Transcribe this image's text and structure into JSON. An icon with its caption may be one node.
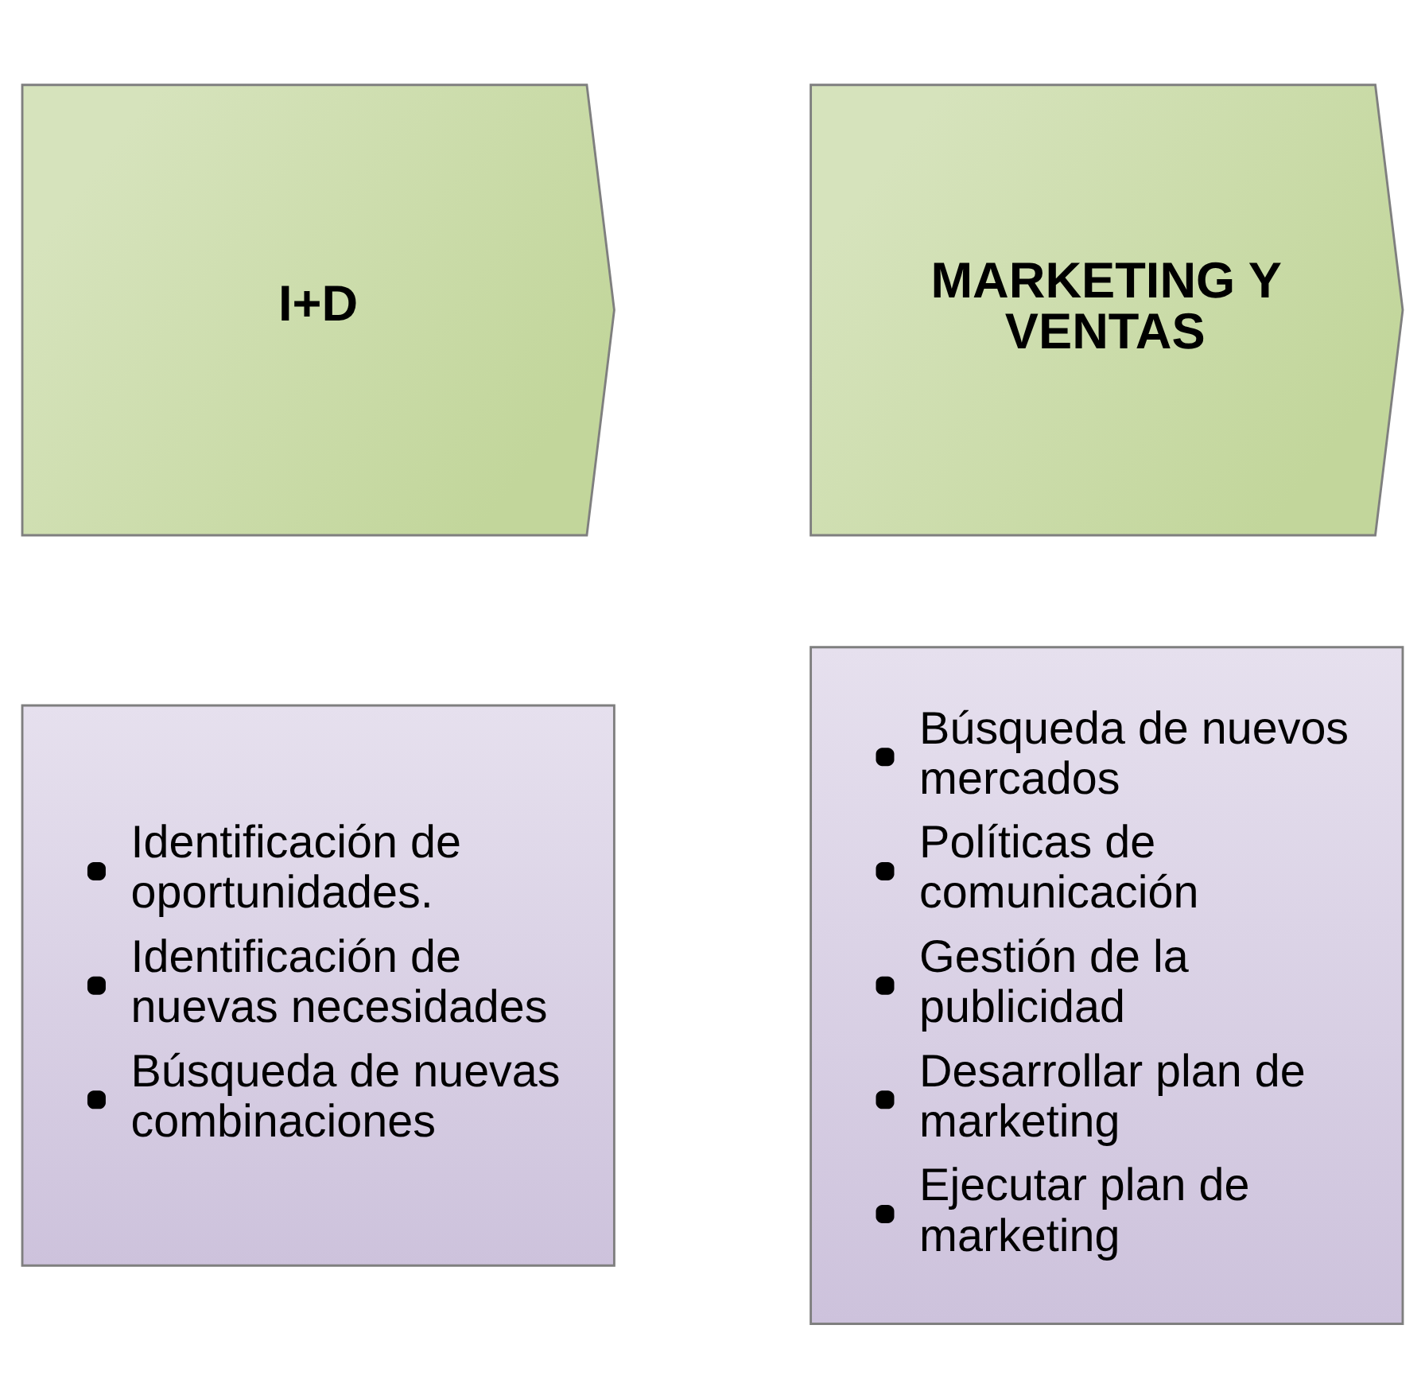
{
  "diagram": {
    "nodes": [
      {
        "text": [
          "I+D"
        ]
      },
      {
        "text": [
          "MARKETING Y VENTAS"
        ]
      },
      {
        "text": [
          "Identificación de oportunidades.",
          "Identificación de nuevas necesidades",
          "Búsqueda de nuevas combinaciones"
        ]
      },
      {
        "text": [
          "Búsqueda de nuevos mercados",
          "Políticas de comunicación",
          "Gestión de la publicidad",
          "Desarrollar plan de marketing",
          "Ejecutar plan de marketing"
        ]
      }
    ],
    "edges": []
  }
}
